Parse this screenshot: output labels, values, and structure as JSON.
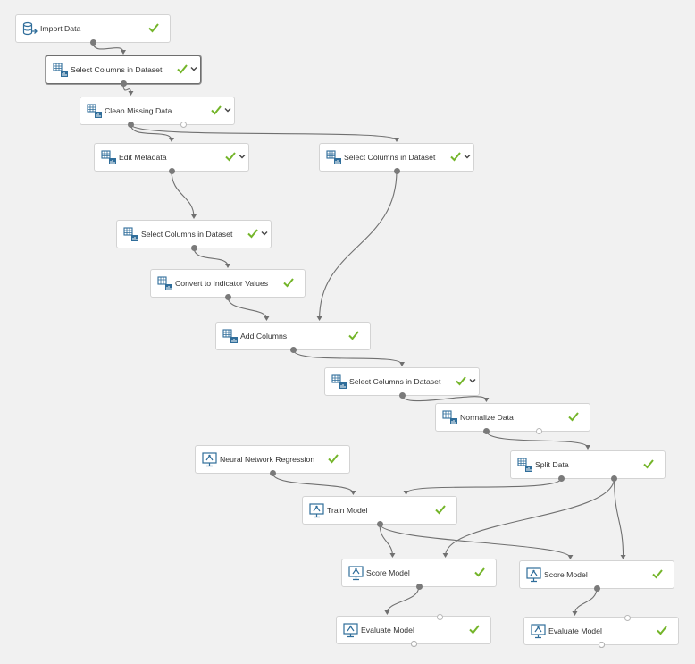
{
  "colors": {
    "canvas": "#f1f1f1",
    "node_bg": "#ffffff",
    "node_border": "#d3d3d3",
    "check": "#74b52a",
    "icon": "#2f6d9a",
    "edge": "#707070"
  },
  "nodes": [
    {
      "id": "import-data",
      "label": "Import Data",
      "icon": "database-icon",
      "chevron": false,
      "selected": false
    },
    {
      "id": "select-columns-1",
      "label": "Select Columns in Dataset",
      "icon": "table-icon",
      "chevron": true,
      "selected": true
    },
    {
      "id": "clean-missing-data",
      "label": "Clean Missing Data",
      "icon": "table-icon",
      "chevron": true,
      "selected": false
    },
    {
      "id": "edit-metadata",
      "label": "Edit Metadata",
      "icon": "table-icon",
      "chevron": true,
      "selected": false
    },
    {
      "id": "select-columns-2",
      "label": "Select Columns in Dataset",
      "icon": "table-icon",
      "chevron": true,
      "selected": false
    },
    {
      "id": "select-columns-3",
      "label": "Select Columns in Dataset",
      "icon": "table-icon",
      "chevron": true,
      "selected": false
    },
    {
      "id": "convert-indicator",
      "label": "Convert to Indicator Values",
      "icon": "table-icon",
      "chevron": false,
      "selected": false
    },
    {
      "id": "add-columns",
      "label": "Add Columns",
      "icon": "table-icon",
      "chevron": false,
      "selected": false
    },
    {
      "id": "select-columns-4",
      "label": "Select Columns in Dataset",
      "icon": "table-icon",
      "chevron": true,
      "selected": false
    },
    {
      "id": "normalize-data",
      "label": "Normalize Data",
      "icon": "table-icon",
      "chevron": false,
      "selected": false
    },
    {
      "id": "neural-network-regression",
      "label": "Neural Network Regression",
      "icon": "model-icon",
      "chevron": false,
      "selected": false
    },
    {
      "id": "split-data",
      "label": "Split Data",
      "icon": "table-icon",
      "chevron": false,
      "selected": false
    },
    {
      "id": "train-model",
      "label": "Train Model",
      "icon": "model-icon",
      "chevron": false,
      "selected": false
    },
    {
      "id": "score-model-1",
      "label": "Score Model",
      "icon": "model-icon",
      "chevron": false,
      "selected": false
    },
    {
      "id": "score-model-2",
      "label": "Score Model",
      "icon": "model-icon",
      "chevron": false,
      "selected": false
    },
    {
      "id": "evaluate-model-1",
      "label": "Evaluate Model",
      "icon": "model-icon",
      "chevron": false,
      "selected": false
    },
    {
      "id": "evaluate-model-2",
      "label": "Evaluate Model",
      "icon": "model-icon",
      "chevron": false,
      "selected": false
    }
  ],
  "edges": [
    {
      "from": "import-data",
      "to": "select-columns-1"
    },
    {
      "from": "select-columns-1",
      "to": "clean-missing-data"
    },
    {
      "from": "clean-missing-data",
      "to": "edit-metadata"
    },
    {
      "from": "clean-missing-data",
      "to": "select-columns-3"
    },
    {
      "from": "edit-metadata",
      "to": "select-columns-2"
    },
    {
      "from": "select-columns-2",
      "to": "convert-indicator"
    },
    {
      "from": "convert-indicator",
      "to": "add-columns"
    },
    {
      "from": "select-columns-3",
      "to": "add-columns"
    },
    {
      "from": "add-columns",
      "to": "select-columns-4"
    },
    {
      "from": "select-columns-4",
      "to": "normalize-data"
    },
    {
      "from": "normalize-data",
      "to": "split-data"
    },
    {
      "from": "neural-network-regression",
      "to": "train-model"
    },
    {
      "from": "split-data",
      "to": "train-model"
    },
    {
      "from": "split-data",
      "to": "score-model-1"
    },
    {
      "from": "split-data",
      "to": "score-model-2"
    },
    {
      "from": "train-model",
      "to": "score-model-1"
    },
    {
      "from": "train-model",
      "to": "score-model-2"
    },
    {
      "from": "score-model-1",
      "to": "evaluate-model-1"
    },
    {
      "from": "score-model-2",
      "to": "evaluate-model-2"
    }
  ]
}
